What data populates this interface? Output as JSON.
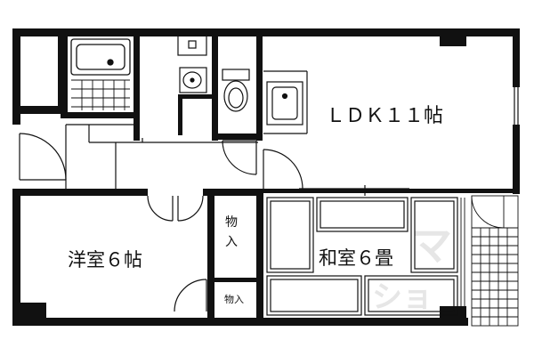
{
  "rooms": {
    "ldk": "ＬＤＫ１１帖",
    "western": "洋室６帖",
    "japanese": "和室６畳"
  },
  "storage": {
    "upper": "物入",
    "lower": "物入"
  },
  "watermark": {
    "line1": "マ",
    "line2": "ショ"
  }
}
